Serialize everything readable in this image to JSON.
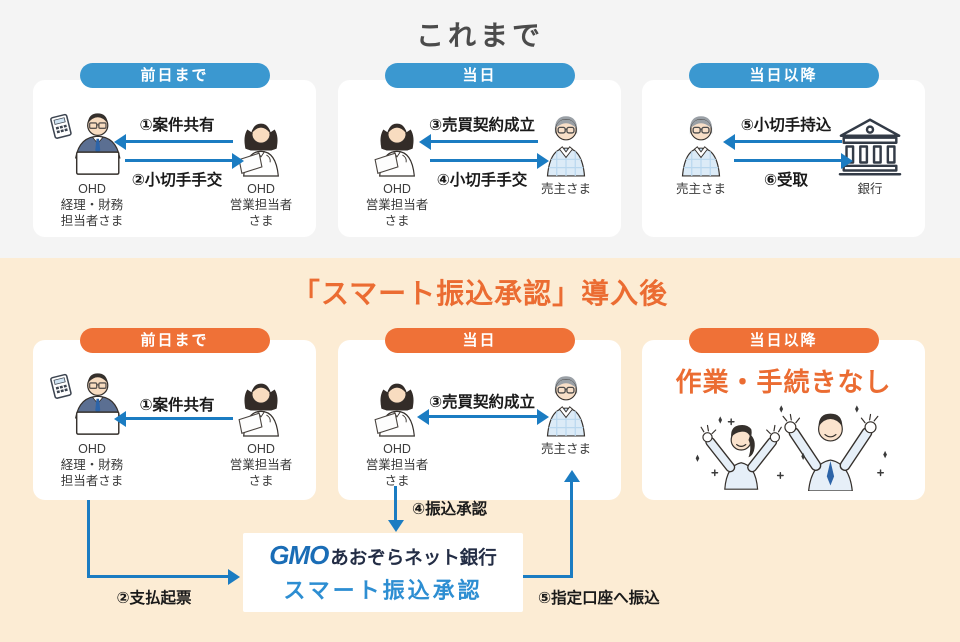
{
  "before": {
    "title": "これまで",
    "panels": [
      {
        "header": "前日まで",
        "left": {
          "icon": "accountant-at-laptop-icon",
          "lines": [
            "OHD",
            "経理・財務",
            "担当者さま"
          ]
        },
        "right": {
          "icon": "saleswoman-icon",
          "lines": [
            "OHD",
            "営業担当者",
            "さま"
          ]
        },
        "arrow_top": {
          "label": "①案件共有",
          "direction": "left"
        },
        "arrow_bottom": {
          "label": "②小切手手交",
          "direction": "right"
        }
      },
      {
        "header": "当日",
        "left": {
          "icon": "saleswoman-icon",
          "lines": [
            "OHD",
            "営業担当者",
            "さま"
          ]
        },
        "right": {
          "icon": "seller-icon",
          "lines": [
            "売主さま"
          ]
        },
        "arrow_top": {
          "label": "③売買契約成立",
          "direction": "left"
        },
        "arrow_bottom": {
          "label": "④小切手手交",
          "direction": "right"
        }
      },
      {
        "header": "当日以降",
        "left": {
          "icon": "seller-icon",
          "lines": [
            "売主さま"
          ]
        },
        "right": {
          "icon": "bank-icon",
          "lines": [
            "銀行"
          ]
        },
        "arrow_top": {
          "label": "⑤小切手持込",
          "direction": "left"
        },
        "arrow_bottom": {
          "label": "⑥受取",
          "direction": "right"
        }
      }
    ]
  },
  "after": {
    "title": "「スマート振込承認」導入後",
    "panels": [
      {
        "header": "前日まで",
        "left": {
          "icon": "accountant-at-laptop-icon",
          "lines": [
            "OHD",
            "経理・財務",
            "担当者さま"
          ]
        },
        "right": {
          "icon": "saleswoman-icon",
          "lines": [
            "OHD",
            "営業担当者",
            "さま"
          ]
        },
        "arrow_top": {
          "label": "①案件共有",
          "direction": "left"
        }
      },
      {
        "header": "当日",
        "left": {
          "icon": "saleswoman-icon",
          "lines": [
            "OHD",
            "営業担当者",
            "さま"
          ]
        },
        "right": {
          "icon": "seller-icon",
          "lines": [
            "売主さま"
          ]
        },
        "arrow_top": {
          "label": "③売買契約成立",
          "direction": "both"
        }
      },
      {
        "header": "当日以降",
        "highlight": "作業・手続きなし",
        "icon": "celebrating-people-icon"
      }
    ],
    "connectors": {
      "approval": "④振込承認",
      "payment_slip": "②支払起票",
      "transfer": "⑤指定口座へ振込"
    },
    "gmo_box": {
      "brand_gmo": "GMO",
      "brand_bank": "あおぞらネット銀行",
      "product": "スマート振込承認"
    }
  },
  "colors": {
    "top_background": "#f4f4f4",
    "bottom_background": "#fcecd4",
    "blue_header": "#3b98d0",
    "orange_header": "#ef7137",
    "arrow_blue": "#1b7cc2",
    "orange_accent_text": "#eb6c32",
    "gmo_logo_blue": "#1a6db6",
    "gmo_logo_navy": "#232d45",
    "smart_product_blue": "#2d8ed2"
  }
}
